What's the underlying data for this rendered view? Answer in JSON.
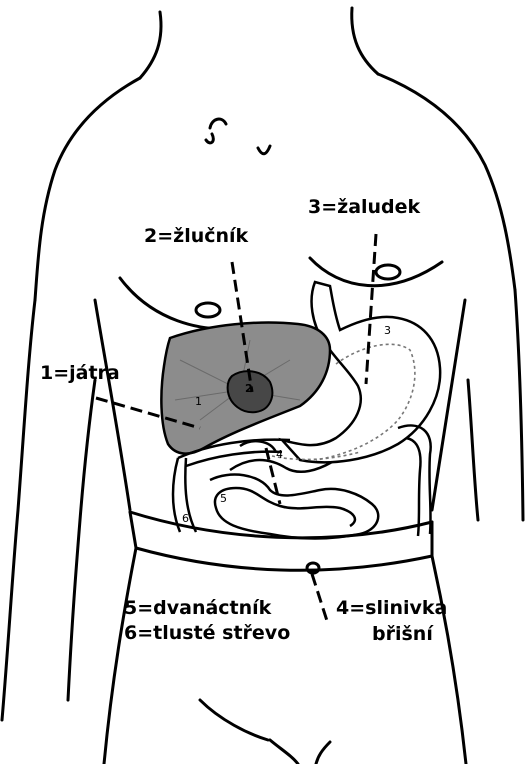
{
  "labels": {
    "liver": "1=játra",
    "gallbladder": "2=žlučník",
    "stomach": "3=žaludek",
    "pancreas_line1": "4=slinivka",
    "pancreas_line2": "břišní",
    "duodenum": "5=dvanáctník",
    "colon": "6=tlusté střevo"
  },
  "numbers": {
    "n1": "1",
    "n2": "2",
    "n3": "3",
    "n4": "4",
    "n5": "5",
    "n6": "6"
  },
  "colors": {
    "liver_fill": "#8c8c8c",
    "gallbladder_fill": "#474747",
    "line": "#000000",
    "background": "#ffffff"
  }
}
